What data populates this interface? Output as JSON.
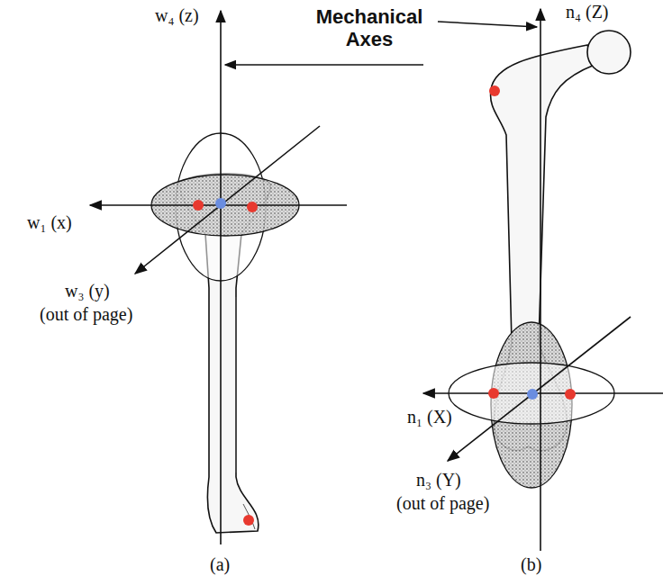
{
  "diagram": {
    "labels": [
      "w₄ (z)",
      "Mechanical Axes",
      "n₄ (Z)",
      "w₁ (x)",
      "w₃ (y)",
      "(out of page)",
      "n₁ (X)",
      "n₃ (Y)",
      "(out of page)",
      "(a)",
      "(b)"
    ]
  }
}
